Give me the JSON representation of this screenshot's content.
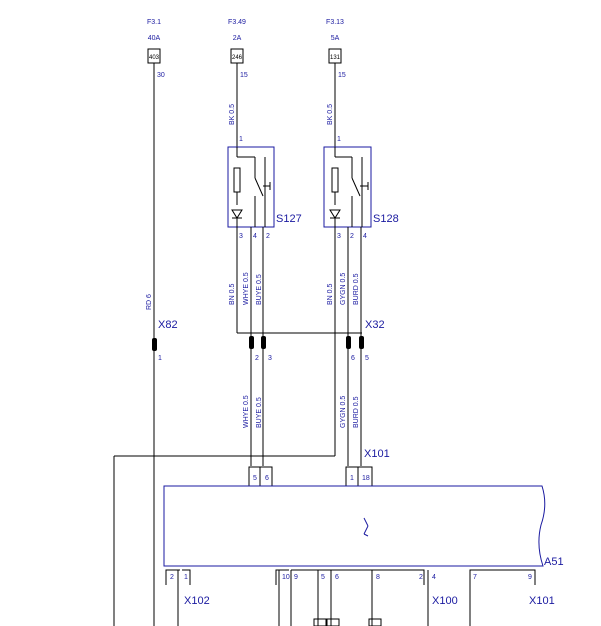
{
  "fuses": [
    {
      "name": "F3.1",
      "rating": "40A",
      "circuit": "403",
      "pin": "30"
    },
    {
      "name": "F3.49",
      "rating": "2A",
      "circuit": "246",
      "pin": "15"
    },
    {
      "name": "F3.13",
      "rating": "5A",
      "circuit": "131",
      "pin": "15"
    }
  ],
  "wire_labels": {
    "bk1": "BK 0.5",
    "bk2": "BK 0.5",
    "rd": "RD 6",
    "bn1": "BN 0.5",
    "whye1": "WHYE 0.5",
    "buye1": "BUYE 0.5",
    "bn2": "BN 0.5",
    "gygn1": "GYGN 0.5",
    "burd1": "BURD 0.5",
    "whye2": "WHYE 0.5",
    "buye2": "BUYE 0.5",
    "gygn2": "GYGN 0.5",
    "burd2": "BURD 0.5"
  },
  "switches": {
    "s127": {
      "name": "S127",
      "pin_top": "1",
      "pins_bottom": [
        "3",
        "4",
        "2"
      ]
    },
    "s128": {
      "name": "S128",
      "pin_top": "1",
      "pins_bottom": [
        "3",
        "2",
        "4"
      ]
    }
  },
  "connectors": {
    "x82": {
      "name": "X82",
      "pin": "1"
    },
    "x32": {
      "name": "X32",
      "pins": [
        "2",
        "3",
        "6",
        "5"
      ]
    },
    "x101_top": {
      "name": "X101",
      "pins": [
        "5",
        "6",
        "1",
        "18"
      ]
    },
    "x102": {
      "name": "X102",
      "pins": [
        "2",
        "1"
      ]
    },
    "x100": {
      "name": "X100",
      "pins": [
        "10",
        "9",
        "5",
        "6",
        "8",
        "2",
        "4"
      ]
    },
    "x101_bottom": {
      "name": "X101",
      "pins": [
        "7",
        "9"
      ]
    }
  },
  "module": {
    "name": "A51"
  }
}
